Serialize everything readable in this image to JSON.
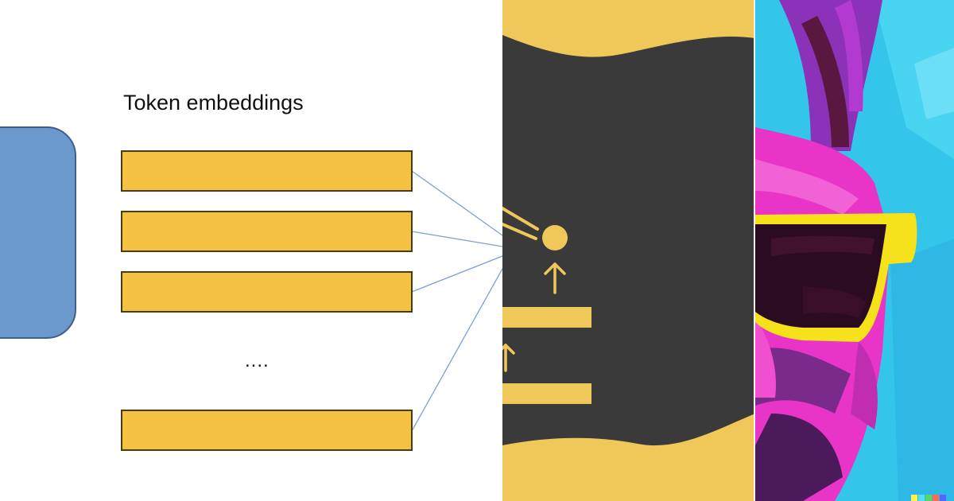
{
  "diagram": {
    "title": "Token embeddings",
    "ellipsis": "....",
    "colors": {
      "model_block": "#6b99cd",
      "model_block_stroke": "#3f5f86",
      "embedding_fill": "#f5c141",
      "embedding_stroke": "#4a3a12",
      "connector": "#7f9fd1"
    },
    "embedding_rows": 4
  },
  "middle_art": {
    "icon_names": [
      "circle-node-icon",
      "up-arrow-icon"
    ],
    "colors": {
      "background": "#3a3a3a",
      "accent": "#f0c85a"
    }
  },
  "right_art": {
    "subject": "painted-llama-with-sunglasses",
    "colors": {
      "sky": "#33c6ea",
      "fur_magenta": "#e934c8",
      "fur_purple": "#8b32b8",
      "sunglasses_frame": "#f5e21a",
      "lens": "#2a0b1f"
    }
  }
}
